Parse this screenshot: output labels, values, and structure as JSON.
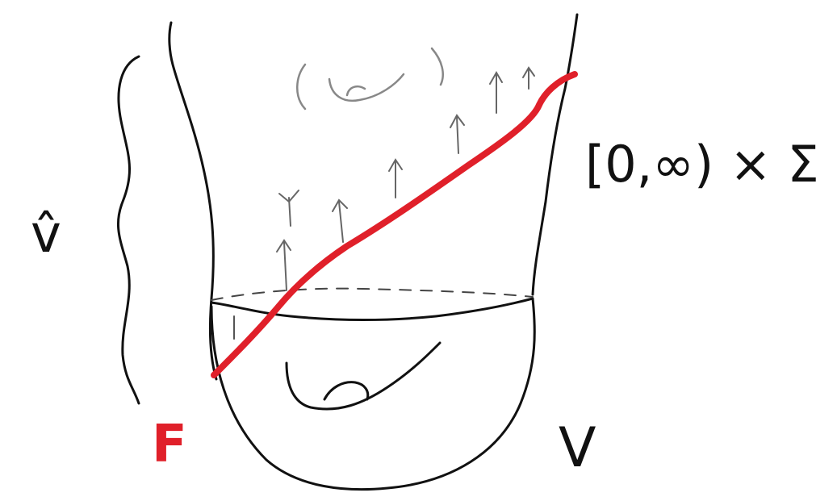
{
  "labels": {
    "v_hat": "v̂",
    "F": "F",
    "V": "V",
    "collar": "[0,∞) × Σ",
    "handle_upper": "( ◡ )"
  },
  "colors": {
    "ink": "#111111",
    "faint_ink": "#888888",
    "red": "#e0202a",
    "background": "#ffffff"
  },
  "icons": {
    "arrows": "up-arrow",
    "handle": "genus-handle"
  }
}
